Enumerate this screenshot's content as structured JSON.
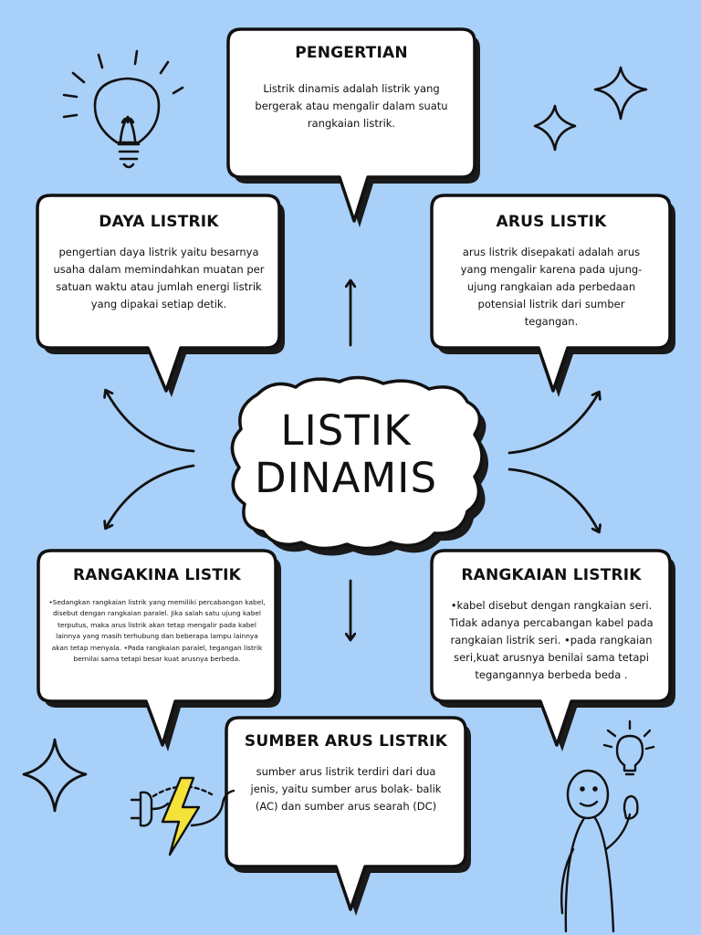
{
  "center": {
    "line1": "LISTIK",
    "line2": "DINAMIS"
  },
  "boxes": {
    "pengertian": {
      "title": "PENGERTIAN",
      "text": "Listrik dinamis adalah listrik yang bergerak atau mengalir dalam suatu rangkaian listrik."
    },
    "daya": {
      "title": "DAYA LISTRIK",
      "text": "pengertian daya listrik yaitu besarnya usaha dalam memindahkan muatan per satuan waktu atau jumlah energi listrik yang dipakai setiap detik."
    },
    "arus": {
      "title": "ARUS LISTIK",
      "text": "arus listrik disepakati adalah arus yang mengalir karena pada ujung-ujung rangkaian ada perbedaan potensial listrik dari sumber tegangan."
    },
    "rangakina": {
      "title": "RANGAKINA LISTIK",
      "text": "•Sedangkan rangkaian listrik yang memiliki percabangan kabel, disebut dengan rangkaian paralel. Jika salah satu ujung kabel terputus, maka arus listrik akan tetap mengalir pada kabel lainnya yang masih terhubung dan beberapa lampu lainnya akan tetap menyala. •Pada rangkaian paralel, tegangan listrik bernilai sama tetapi besar kuat arusnya berbeda."
    },
    "rangkaian": {
      "title": "RANGKAIAN LISTRIK",
      "text": "•kabel disebut dengan rangkaian seri. Tidak adanya percabangan kabel pada rangkaian listrik seri. •pada rangkaian seri,kuat arusnya benilai sama tetapi tegangannya berbeda beda ."
    },
    "sumber": {
      "title": "SUMBER ARUS LISTRIK",
      "text": "sumber arus listrik terdiri dari dua jenis, yaitu sumber arus bolak- balik (AC) dan sumber arus searah (DC)"
    }
  },
  "colors": {
    "background": "#a9d0f8",
    "box": "#ffffff",
    "outline": "#111111",
    "shadow": "#1a1a1a",
    "bolt": "#f5e23a"
  }
}
